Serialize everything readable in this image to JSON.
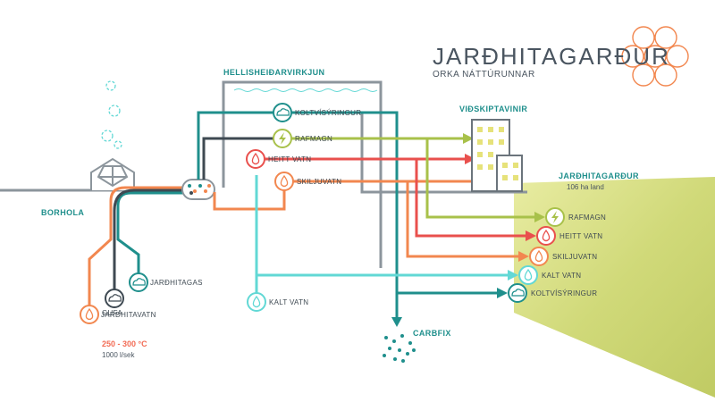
{
  "brand": {
    "title": "JARÐHITAGARÐUR",
    "subtitle": "ORKA NÁTTÚRUNNAR"
  },
  "plant_label": "HELLISHEIÐARVIRKJUN",
  "borehole_label": "BORHOLA",
  "customers_label": "VIÐSKIPTAVINIR",
  "park": {
    "title": "JARÐHITAGARÐUR",
    "area": "106 ha land"
  },
  "carbfix_label": "CARBFIX",
  "source_temp": "250 - 300 °C",
  "source_flow": "1000 l/sek",
  "inputs": {
    "jardhitagas": "JARÐHITAGAS",
    "gufa": "GUFA",
    "jardhitavatn": "JARÐHITAVATN"
  },
  "plant_outputs": {
    "koltvisyringur": "KOLTVÍSÝRINGUR",
    "rafmagn": "RAFMAGN",
    "heitt_vatn": "HEITT VATN",
    "skiljuvatn": "SKILJUVATN",
    "kalt_vatn": "KALT VATN"
  },
  "park_outputs": {
    "rafmagn": "RAFMAGN",
    "heitt_vatn": "HEITT VATN",
    "skiljuvatn": "SKILJUVATN",
    "kalt_vatn": "KALT VATN",
    "koltvisyringur": "KOLTVÍSÝRINGUR"
  },
  "icons": {
    "co2": "co2-cloud-icon",
    "electricity": "lightning-icon",
    "water": "water-drop-icon",
    "steam": "steam-cloud-icon"
  },
  "colors": {
    "teal": "#1f8f8c",
    "dark_gray": "#3e4952",
    "light_gray": "#8c959c",
    "green": "#a8c14a",
    "red": "#e9504d",
    "orange": "#f2874f",
    "cyan": "#62d8d5",
    "park_green": "#c9d36a"
  }
}
